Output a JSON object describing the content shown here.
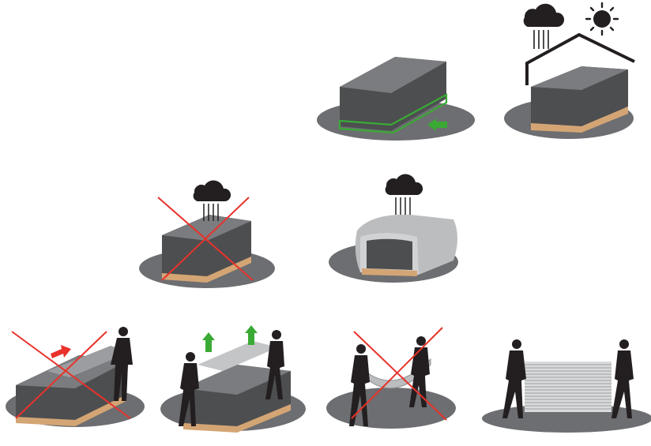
{
  "colors": {
    "ground": "#6d6e71",
    "sheet_dark": "#5a5b5e",
    "sheet_light": "#d9dadb",
    "pallet": "#d4a574",
    "pallet_dark": "#a9784a",
    "cross": "#e8322b",
    "arrow_green": "#3aaa35",
    "arrow_red": "#e8322b",
    "silhouette": "#231f20",
    "cover": "#bcbdbf"
  },
  "panels": [
    {
      "id": "pallet-support",
      "allowed": true
    },
    {
      "id": "roof-storage",
      "allowed": true
    },
    {
      "id": "uncovered-rain",
      "allowed": false
    },
    {
      "id": "tarp-covered-rain",
      "allowed": true
    },
    {
      "id": "drag-sheet",
      "allowed": false
    },
    {
      "id": "lift-sheet",
      "allowed": true
    },
    {
      "id": "bent-carry",
      "allowed": false
    },
    {
      "id": "flat-carry",
      "allowed": true
    }
  ]
}
